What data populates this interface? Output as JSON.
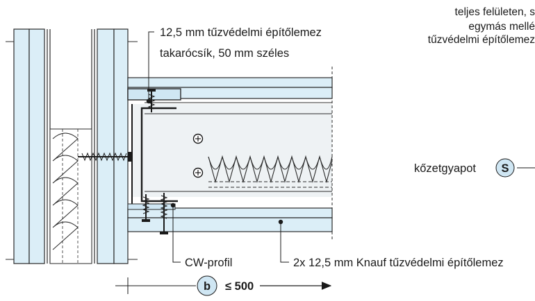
{
  "labels": {
    "callout_top_line1": "12,5 mm tűzvédelmi építőlemez",
    "callout_top_line2": "takarócsík, 50 mm széles",
    "note_line1": "teljes felületen, s",
    "note_line2": "egymás mellé",
    "note_line3": "tűzvédelmi építőlemez",
    "insulation_label": "kőzetgyapot",
    "insulation_marker": "S",
    "cw_profile_label": "CW-profil",
    "boards_label": "2x 12,5 mm Knauf tűzvédelmi építőlemez",
    "dimension_marker": "b",
    "dimension_value": "≤ 500"
  },
  "colors": {
    "board_fill": "#dbeef7",
    "board_stroke": "#2a2a2a",
    "marker_fill": "#cfe6f3",
    "line": "#1a1a1a",
    "profile_fill": "#eef2f4"
  },
  "icons": {
    "screw": "screw-icon",
    "fastener": "fastener-icon",
    "arrow": "arrow-right-icon"
  }
}
